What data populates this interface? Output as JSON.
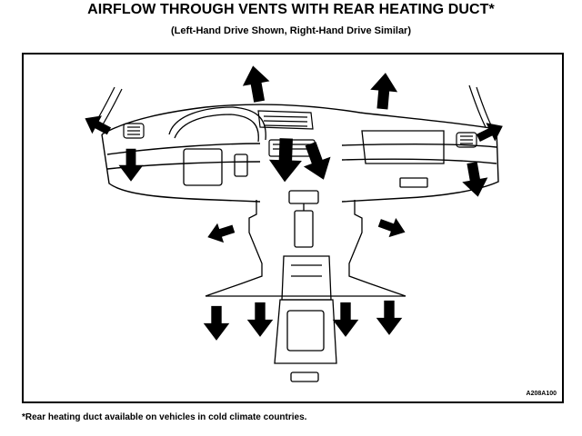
{
  "header": {
    "title": "AIRFLOW THROUGH VENTS WITH REAR HEATING DUCT*",
    "subtitle": "(Left-Hand Drive Shown, Right-Hand Drive Similar)"
  },
  "figure": {
    "id_label": "A208A100",
    "arrow_icon": "bold-arrow-icon"
  },
  "footer": {
    "footnote": "*Rear heating duct available on vehicles in cold climate countries."
  }
}
